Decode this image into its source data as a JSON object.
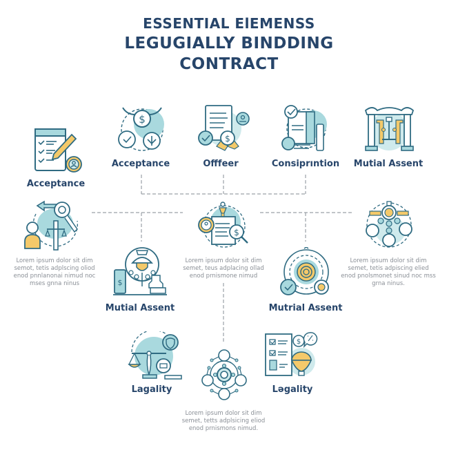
{
  "title": {
    "line1": "ESSENTIAL  ElEMENSS",
    "line2": "LEGUGIALLY BINDDING",
    "line3": "CONTRACT"
  },
  "colors": {
    "navy": "#27456a",
    "teal_outline": "#2f6b82",
    "teal_fill": "#a9d9de",
    "light_teal": "#cfeaec",
    "yellow": "#f4c96a",
    "gray_text": "#8a8f96",
    "dash": "#9aa0a6"
  },
  "top_row": [
    {
      "label": "Acceptance",
      "icon": "checklist-pencil-icon"
    },
    {
      "label": "Acceptance",
      "icon": "gears-dollar-icon"
    },
    {
      "label": "Offfeer",
      "icon": "document-award-icon"
    },
    {
      "label": "Consiprıntion",
      "icon": "scroll-documents-icon"
    },
    {
      "label": "Mutial Assent",
      "icon": "courthouse-scales-icon"
    }
  ],
  "middle_row": [
    {
      "icon": "person-judge-gear-icon",
      "text": "Lorem ipsum dolor sit dim semot, tetis adplscing oliod enod pnnlanonai nimud noc mses gnna ninus"
    },
    {
      "icon": "document-search-dollar-icon",
      "text": "Lorem ipsum dolor sit dim semet, teus adplacing ollad enod prnismone nimud"
    },
    {
      "icon": "network-people-icon",
      "text": "Lorem ipsum dolor sit dim semet, tetis adpiscing elied enod pnolsmonet sinud noc mss grna ninus."
    }
  ],
  "lower_row": [
    {
      "label": "Mutial Assent",
      "icon": "gear-lamp-stamp-icon"
    },
    {
      "label": "Mutrial Assent",
      "icon": "gear-check-icon"
    }
  ],
  "bottom_row": [
    {
      "label": "Lagality",
      "icon": "scales-shield-icon"
    },
    {
      "icon": "network-nodes-icon",
      "text": "Lorem ipsum dolor sit dim semet, tetts adplsicing eliod enod prnismons nimud."
    },
    {
      "label": "Lәgality",
      "icon": "checklist-balloon-icon"
    }
  ]
}
